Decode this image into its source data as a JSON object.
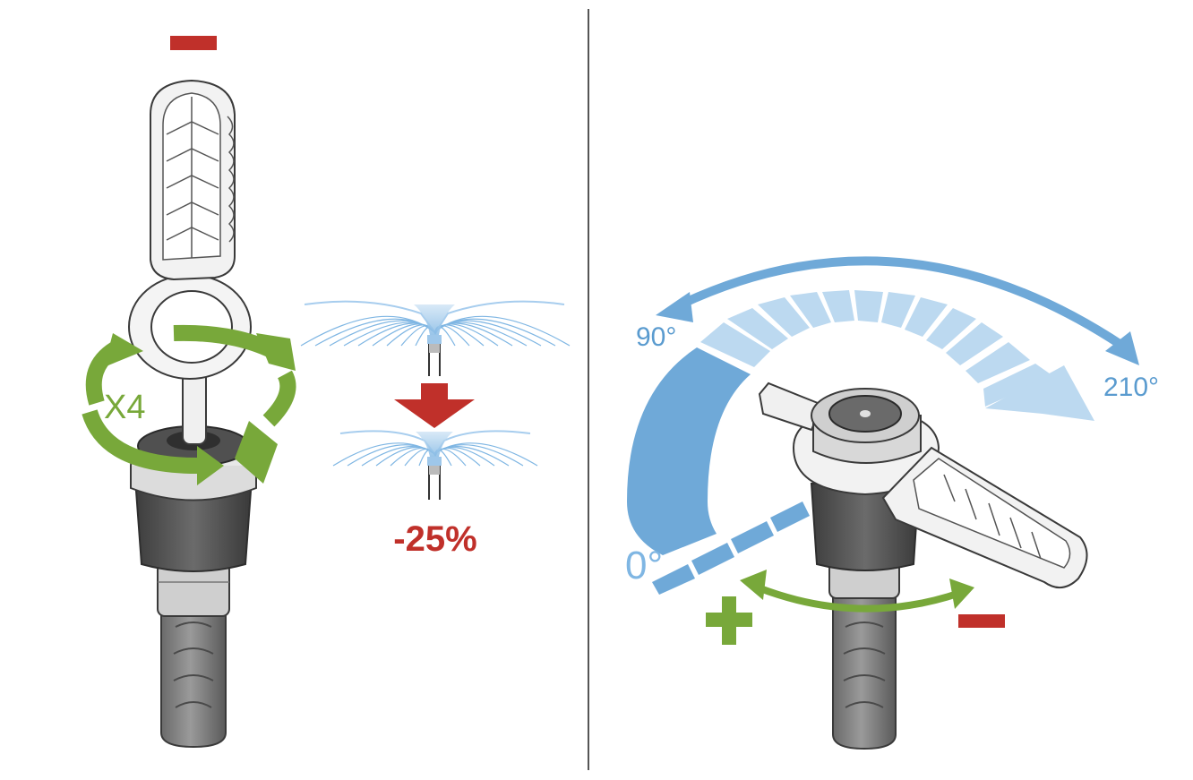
{
  "left_panel": {
    "rotation_count": "X4",
    "reduction": "-25%"
  },
  "right_panel": {
    "angle_zero": "0°",
    "angle_ninety": "90°",
    "angle_max": "210°"
  },
  "colors": {
    "decrease": "#c0302a",
    "increase": "#78a83a",
    "arc_blue": "#6fa9d8",
    "arc_light": "#bcd9f0",
    "label_blue": "#5a9bcf",
    "body_dark": "#5c5c5c",
    "body_mid": "#7d7d7d",
    "divider": "#555555"
  },
  "icons": [
    "minus-sign-icon",
    "plus-sign-icon",
    "arrow-down-icon",
    "rotate-arrows-icon",
    "adjustment-key-icon",
    "sprinkler-body-icon",
    "spray-pattern-icon"
  ]
}
